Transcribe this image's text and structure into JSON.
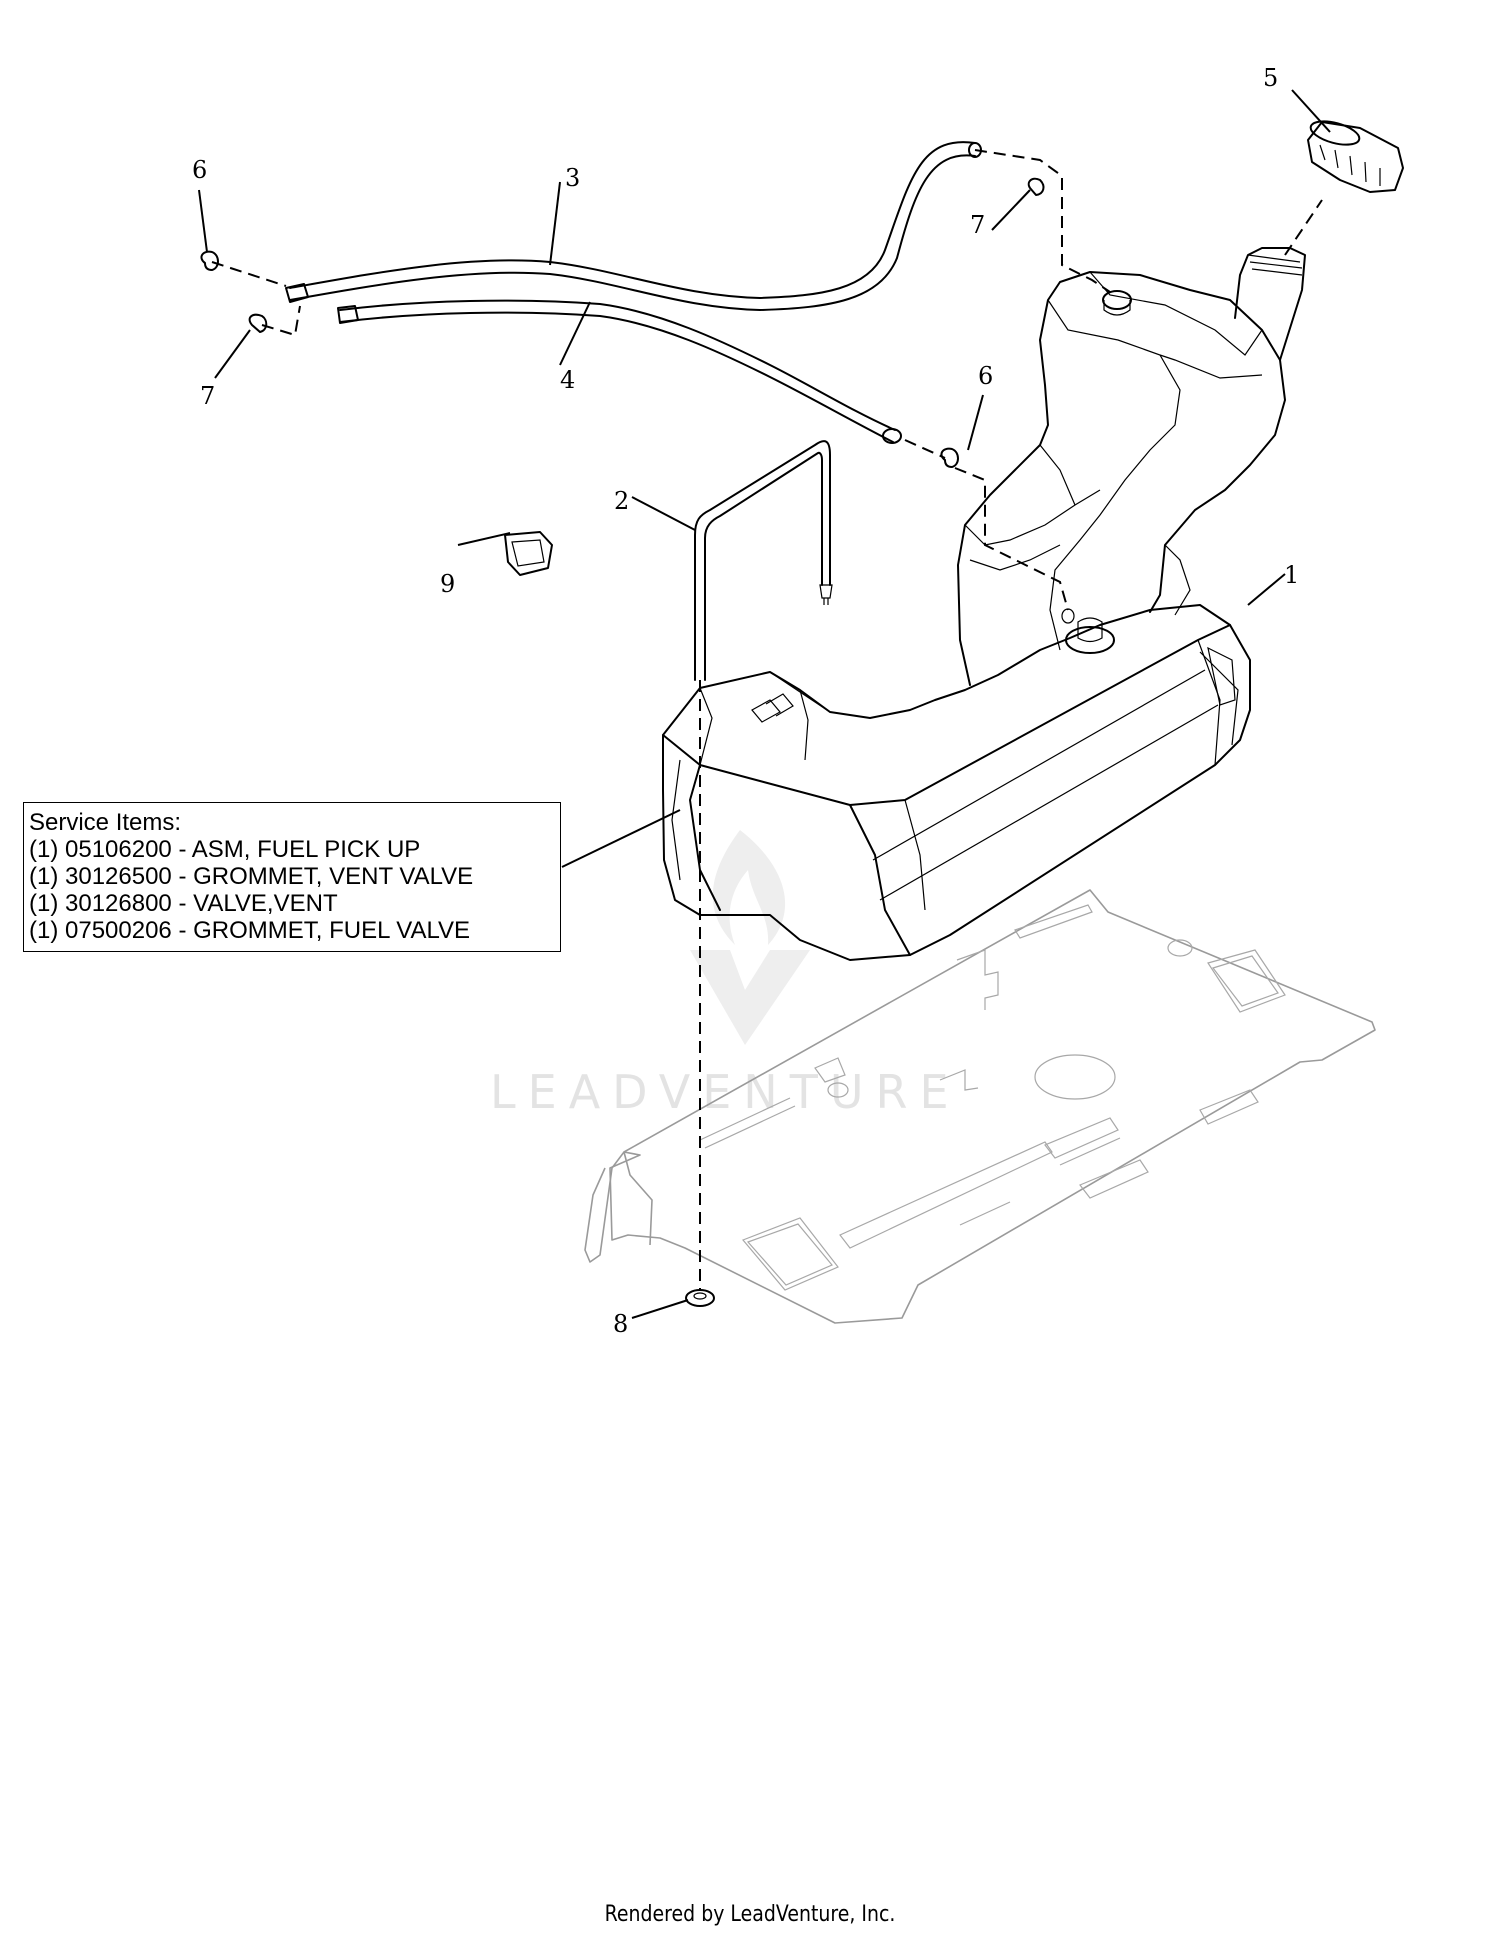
{
  "callouts": {
    "c1": "1",
    "c2": "2",
    "c3": "3",
    "c4": "4",
    "c5": "5",
    "c6a": "6",
    "c6b": "6",
    "c7a": "7",
    "c7b": "7",
    "c8": "8",
    "c9": "9"
  },
  "service_items": {
    "title": "Service Items:",
    "items": [
      "(1) 05106200 - ASM, FUEL PICK UP",
      "(1) 30126500 - GROMMET, VENT VALVE",
      "(1) 30126800 - VALVE,VENT",
      "(1) 07500206 - GROMMET, FUEL VALVE"
    ]
  },
  "watermark": "LEADVENTURE",
  "footer": "Rendered by LeadVenture, Inc."
}
